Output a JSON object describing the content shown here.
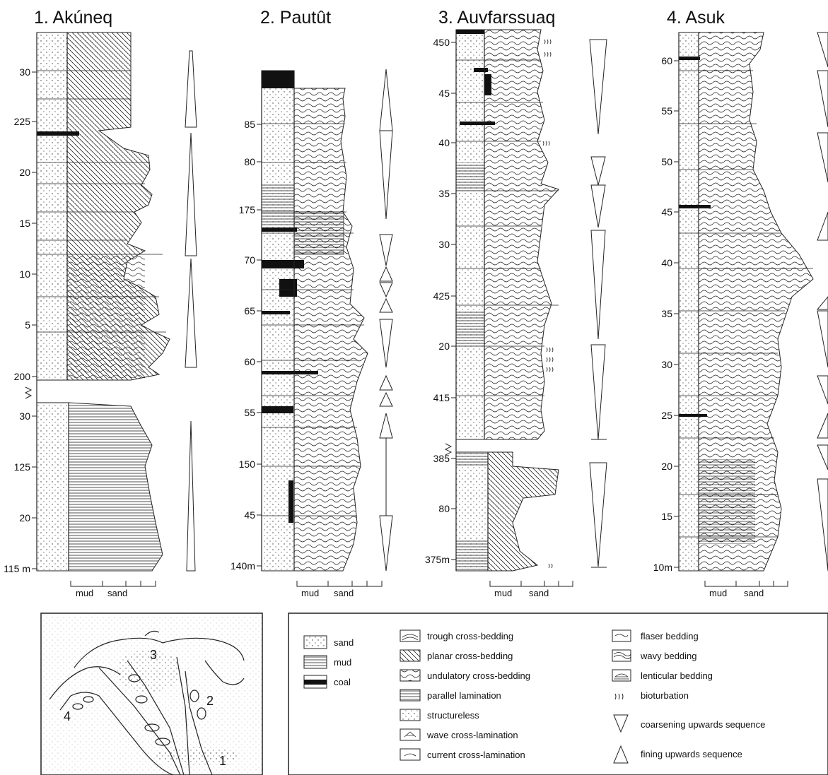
{
  "columns": [
    {
      "title": "1. Akúneq",
      "ticks_upper": [
        "30",
        "225",
        "20",
        "15",
        "10",
        "5",
        "200"
      ],
      "ticks_lower": [
        "30",
        "125",
        "20",
        "115 m"
      ],
      "scale_labels": [
        "mud",
        "sand"
      ]
    },
    {
      "title": "2. Pautût",
      "ticks": [
        "85",
        "80",
        "175",
        "70",
        "65",
        "60",
        "55",
        "150",
        "45",
        "140m"
      ],
      "scale_labels": [
        "mud",
        "sand"
      ]
    },
    {
      "title": "3. Auvfarssuaq",
      "ticks_upper": [
        "450",
        "45",
        "40",
        "35",
        "30",
        "425",
        "20",
        "415"
      ],
      "ticks_lower": [
        "385",
        "80",
        "375m"
      ],
      "scale_labels": [
        "mud",
        "sand"
      ]
    },
    {
      "title": "4. Asuk",
      "ticks": [
        "60",
        "55",
        "50",
        "45",
        "40",
        "35",
        "30",
        "25",
        "20",
        "15",
        "10m"
      ],
      "scale_labels": [
        "mud",
        "sand"
      ]
    }
  ],
  "map": {
    "labels": [
      "3",
      "2",
      "4",
      "1"
    ]
  },
  "legend": {
    "lithology": [
      "sand",
      "mud",
      "coal"
    ],
    "structures": [
      "trough cross-bedding",
      "planar cross-bedding",
      "undulatory cross-bedding",
      "parallel lamination",
      "structureless",
      "wave cross-lamination",
      "current cross-lamination"
    ],
    "other": [
      "flaser bedding",
      "wavy bedding",
      "lenticular bedding",
      "bioturbation",
      "coarsening upwards sequence",
      "fining upwards sequence"
    ]
  },
  "icons": [
    "bioturbation-icon",
    "coarsening-triangle-icon",
    "fining-triangle-icon"
  ]
}
